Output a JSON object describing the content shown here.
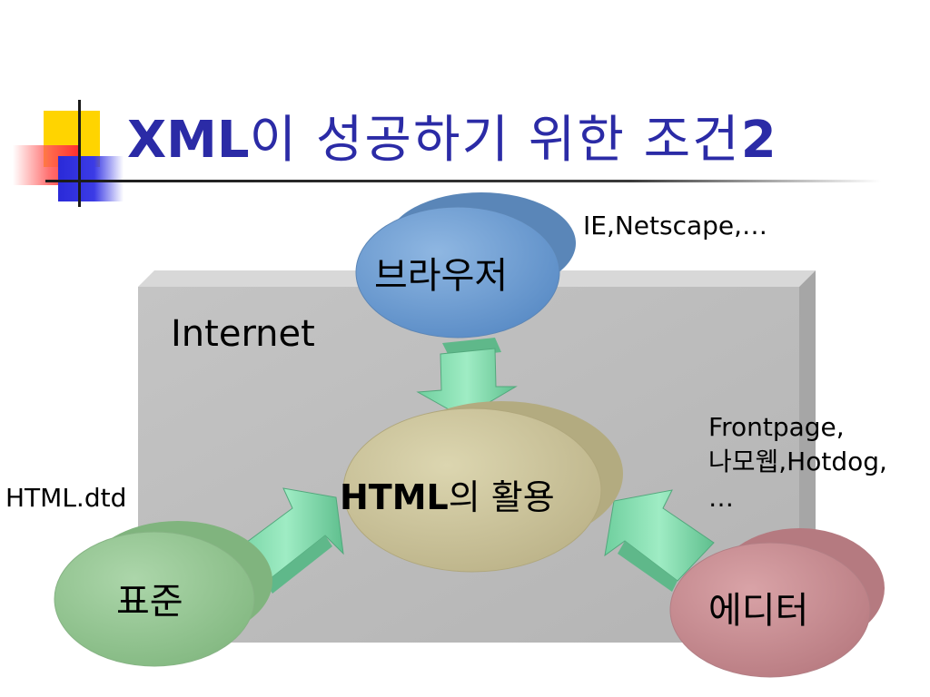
{
  "title": {
    "part1": "XML",
    "part2": "이 성공하기 위한 조건",
    "part3": "2"
  },
  "diagram": {
    "panel_label": "Internet",
    "nodes": {
      "browser": {
        "label": "브라우저",
        "color": "#6f9fd4"
      },
      "center": {
        "label_bold": "HTML",
        "label_rest": "의 활용",
        "color": "#cdc59c"
      },
      "standard": {
        "label": "표준",
        "color": "#9cc99a"
      },
      "editor": {
        "label": "에디터",
        "color": "#c98e93"
      }
    },
    "annotations": {
      "browser_note": "IE,Netscape,…",
      "standard_note": "HTML.dtd",
      "editor_note_line1": "Frontpage,",
      "editor_note_line2": "나모웹,Hotdog,",
      "editor_note_line3": "…"
    },
    "arrow_color": "#7fdca8"
  }
}
